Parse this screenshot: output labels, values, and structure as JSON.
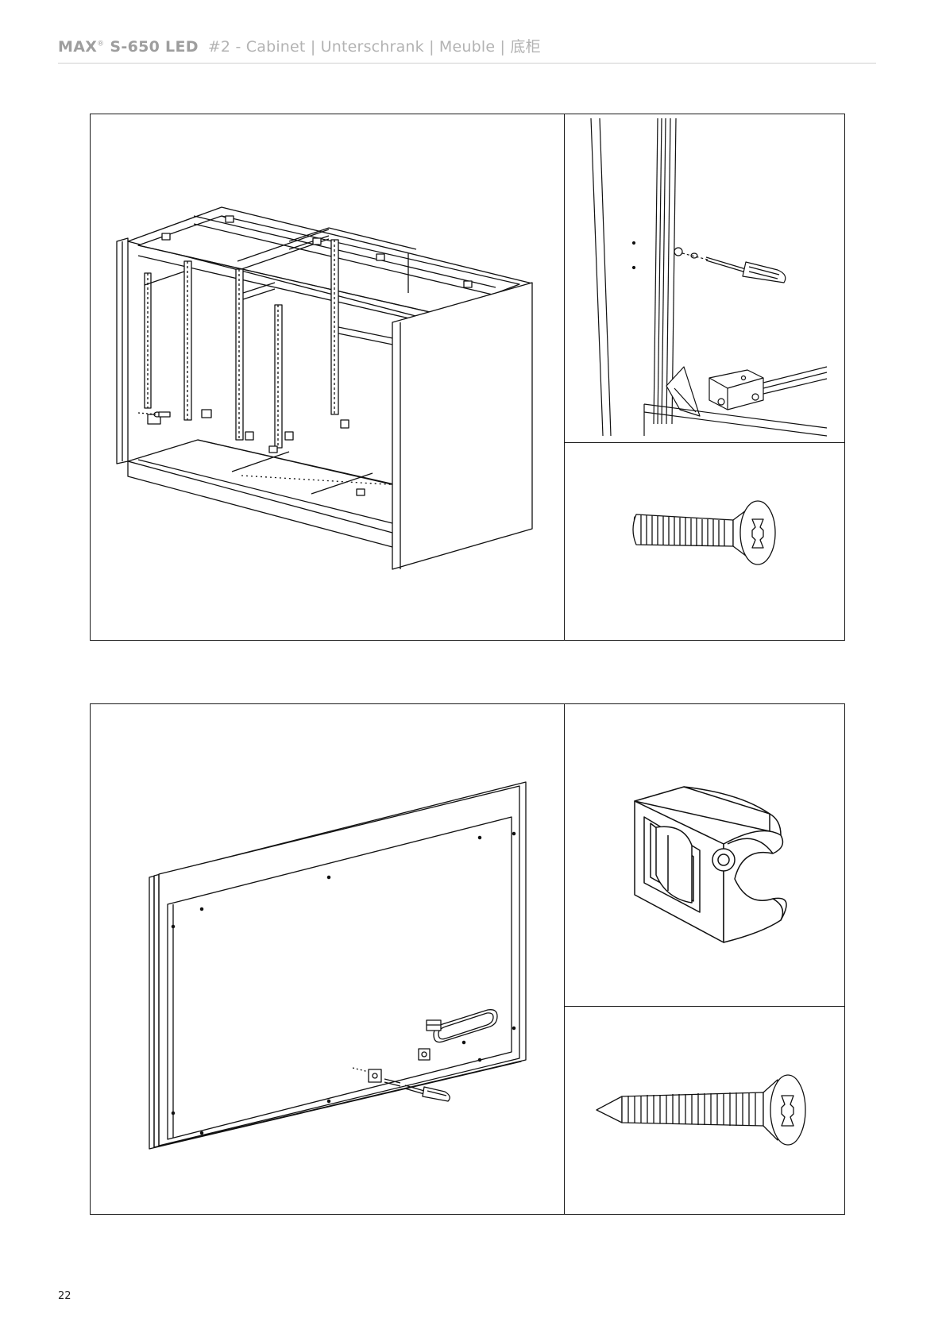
{
  "header": {
    "brand": "MAX",
    "registered_mark": "®",
    "model": "S-650 LED",
    "section": "#2 - Cabinet  |  Unterschrank  |  Meuble  |  底柜"
  },
  "page_number": "22",
  "figures": [
    {
      "name": "cabinet-frame-assembly",
      "icon": "cabinet-frame-illustration"
    },
    {
      "name": "side-panel-screw-detail",
      "icon": "screwdriver-detail-illustration"
    },
    {
      "name": "machine-screw-part",
      "icon": "countersunk-machine-screw"
    },
    {
      "name": "back-panel-assembly",
      "icon": "back-panel-illustration"
    },
    {
      "name": "panel-clip-part",
      "icon": "panel-clip-illustration"
    },
    {
      "name": "wood-screw-part",
      "icon": "countersunk-wood-screw"
    }
  ]
}
